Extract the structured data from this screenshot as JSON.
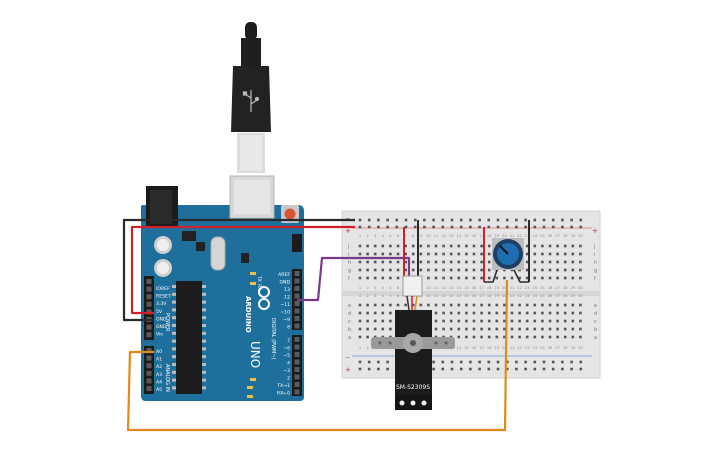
{
  "arduino": {
    "brand": "ARDUINO",
    "model": "UNO",
    "power_header_title": "POWER",
    "analog_header_title": "ANALOG IN",
    "digital_header_title": "DIGITAL (PWM~)",
    "power_pins": [
      "IOREF",
      "RESET",
      "3.3V",
      "5V",
      "GND",
      "GND",
      "Vin"
    ],
    "analog_pins": [
      "A0",
      "A1",
      "A2",
      "A3",
      "A4",
      "A5"
    ],
    "digital_pins_top": [
      "AREF",
      "GND",
      "13",
      "12",
      "~11",
      "~10",
      "~9",
      "8"
    ],
    "digital_pins_bottom": [
      "7",
      "~6",
      "~5",
      "4",
      "~3",
      "2",
      "TX→1",
      "RX←0"
    ],
    "tx_label": "TX",
    "rx_label": "RX",
    "colors": {
      "board": "#1f6f9c",
      "board_dark": "#175a80"
    }
  },
  "usb_cable": {
    "name": "usb-cable"
  },
  "breadboard": {
    "row_letters_top": [
      "f",
      "g",
      "h",
      "i",
      "j"
    ],
    "row_letters_bottom": [
      "a",
      "b",
      "c",
      "d",
      "e"
    ],
    "rail_plus": "+",
    "rail_minus": "−",
    "column_count": 30
  },
  "servo": {
    "model": "SM-S2309S"
  },
  "potentiometer": {
    "name": "potentiometer"
  },
  "wires": {
    "colors": {
      "red": "#d0202a",
      "black": "#2a2a2a",
      "purple": "#7a3a8c",
      "orange": "#e08a1e"
    }
  }
}
